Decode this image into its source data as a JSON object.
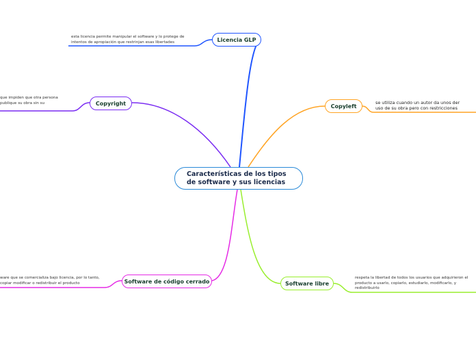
{
  "central": {
    "title": "Características de los tipos de software y sus licencias"
  },
  "branches": [
    {
      "id": "licencia-glp",
      "label": "Licencia GLP",
      "color": "#1f55ff",
      "note": [
        "esta licencia permite manipular el software y lo protege de",
        "intentos de apropiación que restrinjan esas libertades"
      ]
    },
    {
      "id": "copyright",
      "label": "Copyright",
      "color": "#7a2cf2",
      "note": [
        "que impiden que otra persona",
        "publique su obra sin su"
      ]
    },
    {
      "id": "copyleft",
      "label": "Copyleft",
      "color": "#ffa424",
      "note": [
        "se utiliza cuando un autor da unos der",
        "uso de su obra pero con restricciones"
      ]
    },
    {
      "id": "software-codigo-cerrado",
      "label": "Software de código cerrado",
      "color": "#e52ae5",
      "note": [
        "ware que se comercializa bajo licencia, por lo tanto,",
        "copiar modificar o redistribuir el producto"
      ]
    },
    {
      "id": "software-libre",
      "label": "Software libre",
      "color": "#99ee2e",
      "note": [
        "respeta la libertad de todos los usuarios que adquirieron el",
        "producto a usarlo, copiarlo, estudiarlo, modificarlo, y",
        "redistribuirlo"
      ]
    }
  ]
}
